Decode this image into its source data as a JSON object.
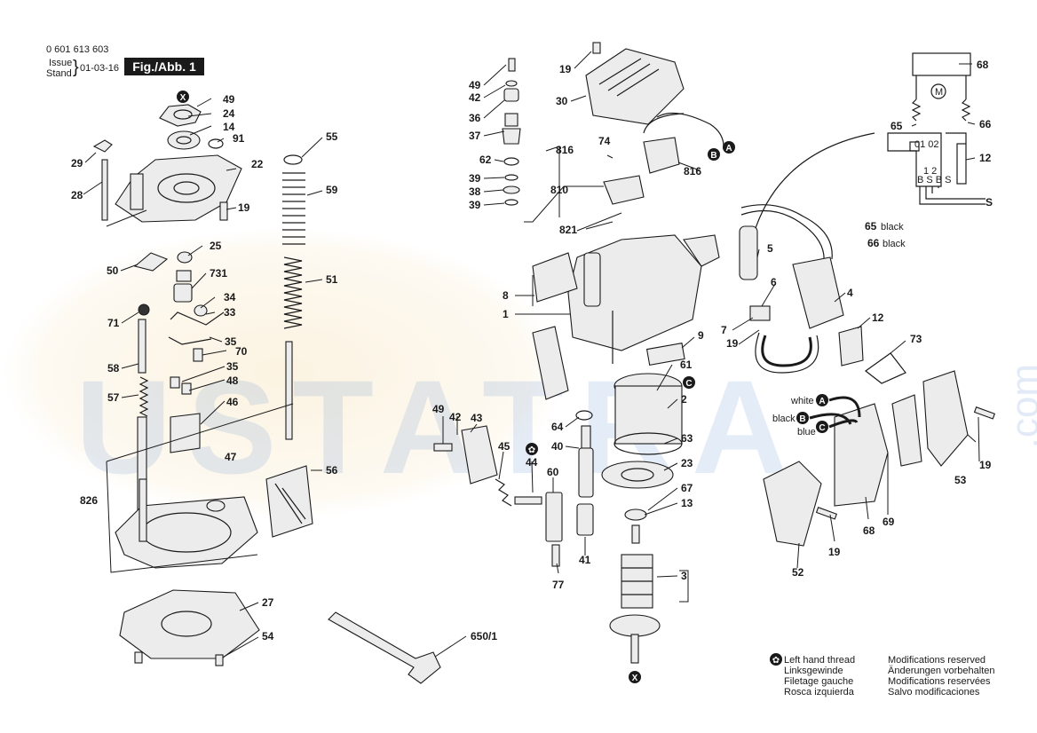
{
  "header": {
    "part_number": "0 601 613 603",
    "issue_label": "Issue",
    "stand_label": "Stand",
    "issue_date": "01-03-16",
    "figure_label": "Fig./Abb. 1"
  },
  "watermark": {
    "text": "USTATRA",
    "suffix": ".com"
  },
  "callouts": {
    "c49a": "49",
    "c24": "24",
    "c14": "14",
    "c91": "91",
    "c29": "29",
    "c22": "22",
    "c28": "28",
    "c19a": "19",
    "c25": "25",
    "c50": "50",
    "c731": "731",
    "c34": "34",
    "c33": "33",
    "c71": "71",
    "c35a": "35",
    "c70": "70",
    "c58": "58",
    "c35b": "35",
    "c48": "48",
    "c57": "57",
    "c46": "46",
    "c47": "47",
    "c826": "826",
    "c55": "55",
    "c59": "59",
    "c51": "51",
    "c56": "56",
    "c27": "27",
    "c54": "54",
    "c650": "650/1",
    "c49b": "49",
    "c42a": "42",
    "c36": "36",
    "c37": "37",
    "c62": "62",
    "c39a": "39",
    "c38": "38",
    "c39b": "39",
    "c19b": "19",
    "c30": "30",
    "c816a": "816",
    "c74": "74",
    "c810": "810",
    "c816b": "816",
    "c821": "821",
    "c8": "8",
    "c1": "1",
    "c5": "5",
    "c65": "65",
    "c65c": "black",
    "c66": "66",
    "c66c": "black",
    "c4": "4",
    "c6": "6",
    "c7": "7",
    "c19c": "19",
    "c12a": "12",
    "c9": "9",
    "c73": "73",
    "c61": "61",
    "c2": "2",
    "c64": "64",
    "c40": "40",
    "c63": "63",
    "c23": "23",
    "c49c": "49",
    "c42b": "42",
    "c43": "43",
    "c45": "45",
    "c44": "44",
    "c60": "60",
    "c77": "77",
    "c41": "41",
    "c67": "67",
    "c13": "13",
    "c3": "3",
    "c19d": "19",
    "c53": "53",
    "c68a": "68",
    "c69": "69",
    "c19e": "19",
    "c52": "52",
    "c68b": "68",
    "c65b": "65",
    "c66b": "66",
    "c12b": "12",
    "w_white": "white",
    "w_black": "black",
    "w_blue": "blue"
  },
  "markers": {
    "A": "A",
    "B": "B",
    "C": "C",
    "X": "X"
  },
  "schematic": {
    "motor": "M",
    "switch_top": "01  02",
    "switch_mid": "1  2",
    "switch_bot": "B S B S",
    "s_label": "S"
  },
  "notes": {
    "left_hand_thread": [
      "Left hand thread",
      "Linksgewinde",
      "Filetage gauche",
      "Rosca izquierda"
    ],
    "modifications": [
      "Modifications reserved",
      "Änderungen vorbehalten",
      "Modifications reservées",
      "Salvo modificaciones"
    ]
  }
}
